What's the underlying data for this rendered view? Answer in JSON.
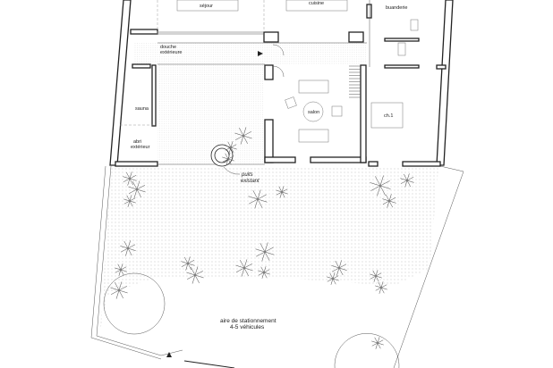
{
  "plan": {
    "rooms": {
      "sejour": "séjour",
      "cuisine": "cuisine",
      "buanderie": "buanderie",
      "douche_line1": "douche",
      "douche_line2": "extérieure",
      "sauna": "sauna",
      "abri_line1": "abri",
      "abri_line2": "extérieur",
      "salon": "salon",
      "chambre": "ch.1"
    },
    "annotations": {
      "puits_line1": "puits",
      "puits_line2": "existant",
      "parking_line1": "aire de stationnement",
      "parking_line2": "4-5 véhicules"
    },
    "colors": {
      "walls": "#222222",
      "hatch": "#bbbbbb"
    }
  }
}
